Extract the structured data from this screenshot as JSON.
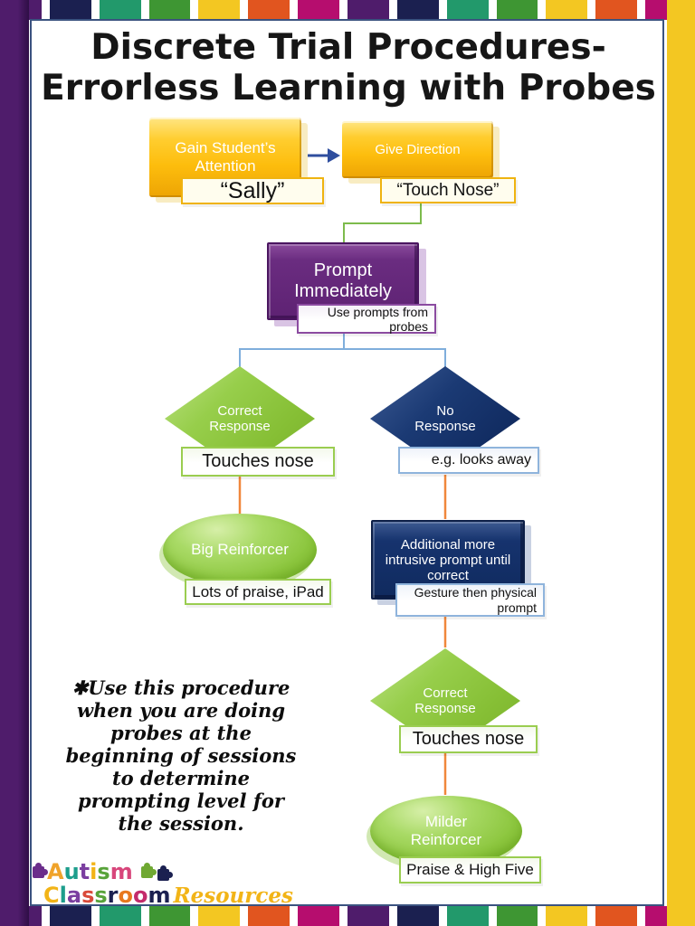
{
  "title": {
    "line1": "Discrete Trial Procedures-",
    "line2": "Errorless Learning with Probes"
  },
  "colors": {
    "gold": "#FDBD0D",
    "purple": "#6A2C80",
    "navy": "#14306B",
    "green": "#8CC63E",
    "frame_navy": "#3B5380",
    "connector_green": "#7DBB4C",
    "connector_blue": "#7FAEDC",
    "connector_orange": "#F0873C",
    "arrow_blue": "#2F4E9E"
  },
  "border": {
    "stripe_colors": [
      "#4F1C6B",
      "#1B2050",
      "#22996B",
      "#3E9633",
      "#F3C722",
      "#E1551F",
      "#B60D6E",
      "#4F1C6B",
      "#1B2050",
      "#22996B",
      "#3E9633",
      "#F3C722",
      "#E1551F",
      "#B60D6E"
    ],
    "left_color": "#4F1C6B",
    "right_color": "#F3C722"
  },
  "flowchart": {
    "gain_attention": {
      "title": "Gain Student’s Attention",
      "example": "“Sally”"
    },
    "give_direction": {
      "title": "Give Direction",
      "example": "“Touch Nose”"
    },
    "prompt_immediately": {
      "title": "Prompt Immediately",
      "example": "Use prompts from probes"
    },
    "correct_response_1": {
      "title": "Correct Response",
      "example": "Touches nose"
    },
    "no_response": {
      "title": "No Response",
      "example": "e.g. looks away"
    },
    "big_reinforcer": {
      "title": "Big Reinforcer",
      "example": "Lots of praise, iPad"
    },
    "intrusive_prompt": {
      "title": "Additional more intrusive prompt until correct",
      "example": "Gesture then physical prompt"
    },
    "correct_response_2": {
      "title": "Correct Response",
      "example": "Touches nose"
    },
    "milder_reinforcer": {
      "title": "Milder Reinforcer",
      "example": "Praise & High Five"
    }
  },
  "note": {
    "lines": [
      "✱Use this procedure",
      "when you are doing",
      "probes at the",
      "beginning of sessions",
      "to determine",
      "prompting level for",
      "the session."
    ]
  },
  "logo": {
    "word1": [
      [
        "A",
        "#F0A32A"
      ],
      [
        "u",
        "#1D9E8C"
      ],
      [
        "t",
        "#7B3FA0"
      ],
      [
        "i",
        "#F2B417"
      ],
      [
        "s",
        "#58A33A"
      ],
      [
        "m",
        "#D8467B"
      ]
    ],
    "word2": [
      [
        "C",
        "#F2B417"
      ],
      [
        "l",
        "#1D9E8C"
      ],
      [
        "a",
        "#7B3FA0"
      ],
      [
        "s",
        "#D94A3A"
      ],
      [
        "s",
        "#58A33A"
      ],
      [
        "r",
        "#1B2050"
      ],
      [
        "o",
        "#E8781E"
      ],
      [
        "o",
        "#C42B6B"
      ],
      [
        "m",
        "#1B2050"
      ]
    ],
    "word3": "Resources",
    "word3_color": "#F2B417",
    "puzzle_colors": [
      "#6B2D8B",
      "#6FA832",
      "#1B2050"
    ]
  }
}
